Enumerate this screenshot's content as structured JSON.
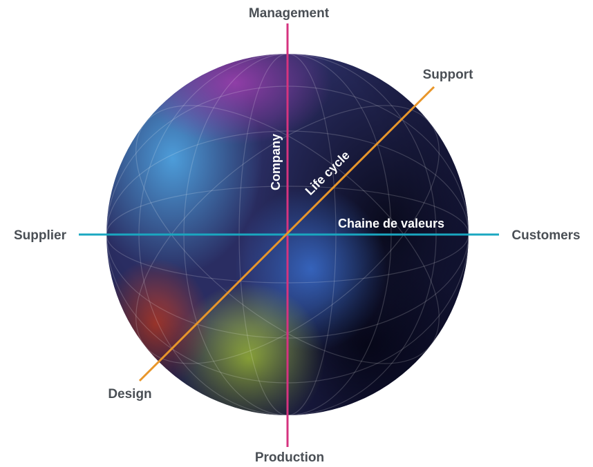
{
  "diagram": {
    "labels": {
      "top": "Management",
      "bottom": "Production",
      "left": "Supplier",
      "right": "Customers",
      "upper_right": "Support",
      "lower_left": "Design"
    },
    "axes": {
      "vertical": "Company",
      "horizontal": "Chaine de valeurs",
      "diagonal": "Life cycle"
    },
    "colors": {
      "vertical_axis": "#d6337f",
      "horizontal_axis": "#1aa7c0",
      "diagonal_axis": "#e8962a",
      "label_text": "#4a4f55",
      "sphere_dark": "#1c1d3f",
      "sphere_blue": "#3a79c9",
      "sphere_purple": "#7a3da6",
      "sphere_green": "#8eab3a",
      "sphere_red": "#a83a2e"
    }
  }
}
